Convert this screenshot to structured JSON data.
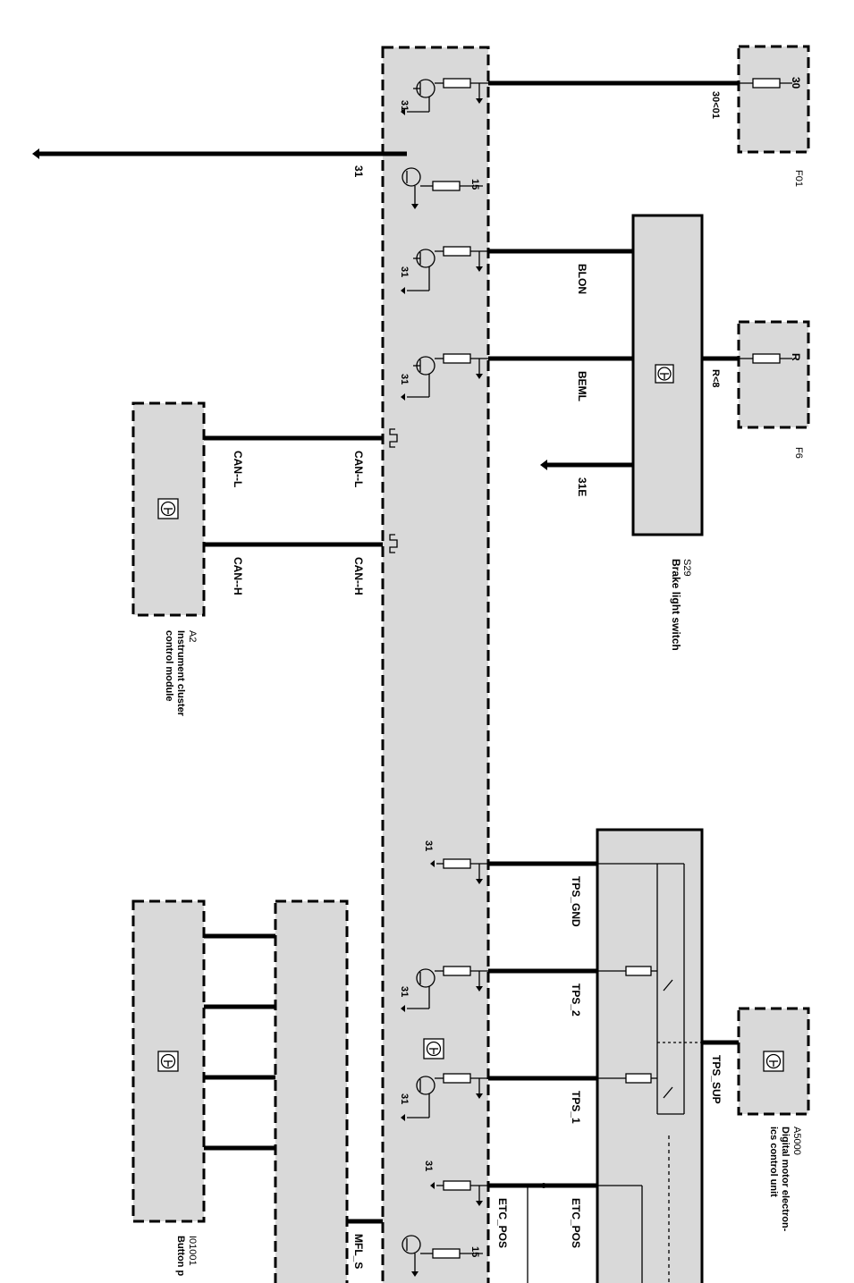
{
  "components": {
    "f01": {
      "id": "F01",
      "pin": "30",
      "wire": "30<01"
    },
    "f6": {
      "id": "F6",
      "pin": "R",
      "wire": "R<8"
    },
    "s29": {
      "id": "S29",
      "name": "Brake light switch",
      "ground": "31E"
    },
    "a2": {
      "id": "A2",
      "name_line1": "Instrument cluster",
      "name_line2": "control module"
    },
    "a5000": {
      "id": "A5000",
      "name_line1": "Digital motor electron-",
      "name_line2": "ics control unit"
    },
    "i01001": {
      "id": "I01001",
      "name_partial": "Button p"
    }
  },
  "wires": {
    "ground_31": "31",
    "blon": "BLON",
    "beml": "BEML",
    "can_l": "CAN--L",
    "can_h": "CAN--H",
    "tps_gnd": "TPS_GND",
    "tps_2": "TPS_2",
    "tps_1": "TPS_1",
    "tps_sup": "TPS_SUP",
    "etc_pos": "ETC_POS",
    "mfl": "MFL_S"
  },
  "pins": {
    "p31": "31",
    "p15": "15"
  },
  "colors": {
    "module_fill": "#d9d9d9",
    "line": "#000000"
  }
}
